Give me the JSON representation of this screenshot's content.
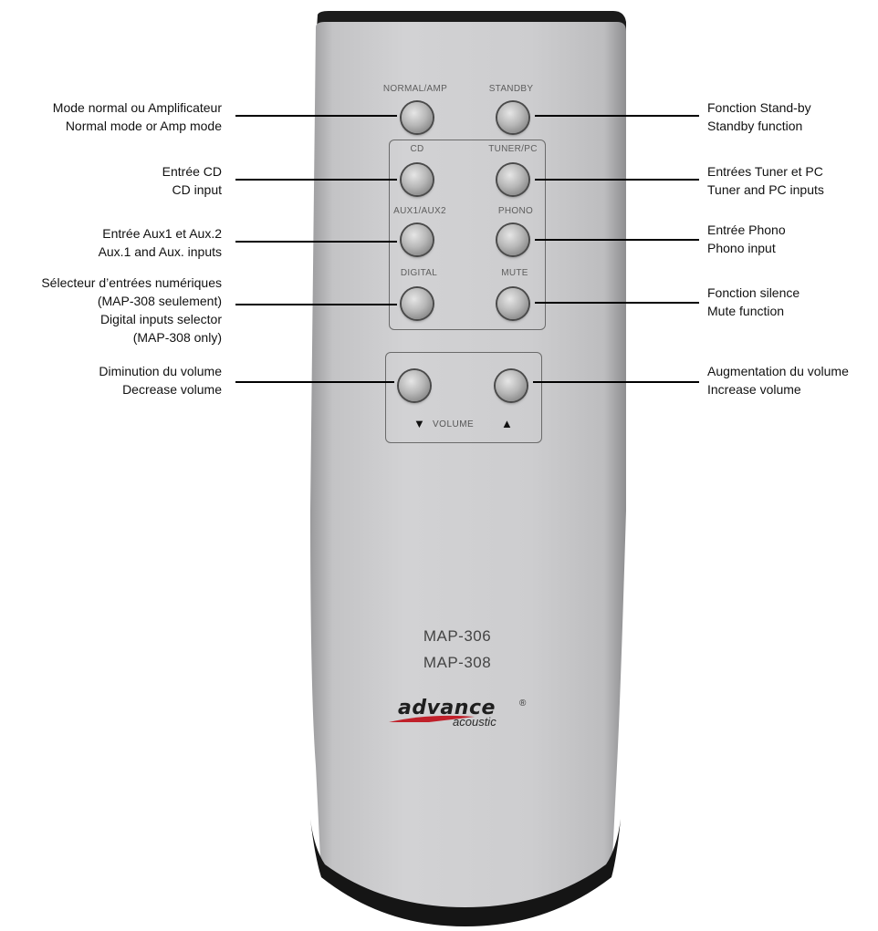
{
  "remote": {
    "buttons": {
      "normal_amp": "NORMAL/AMP",
      "standby": "STANDBY",
      "cd": "CD",
      "tuner_pc": "TUNER/PC",
      "aux": "AUX1/AUX2",
      "phono": "PHONO",
      "digital": "DIGITAL",
      "mute": "MUTE",
      "volume": "VOLUME",
      "vol_down_symbol": "▼",
      "vol_up_symbol": "▲"
    },
    "models": [
      "MAP-306",
      "MAP-308"
    ],
    "brand": {
      "name": "advance",
      "sub": "acoustic",
      "reg": "®"
    }
  },
  "callouts": {
    "left": [
      [
        "Mode normal ou Amplificateur",
        "Normal mode or Amp mode"
      ],
      [
        "Entrée CD",
        "CD input"
      ],
      [
        "Entrée Aux1 et Aux.2",
        "Aux.1 and Aux.  inputs"
      ],
      [
        "Sélecteur d’entrées numériques",
        "(MAP-308 seulement)",
        "Digital inputs selector",
        "(MAP-308 only)"
      ],
      [
        "Diminution du volume",
        "Decrease volume"
      ]
    ],
    "right": [
      [
        "Fonction Stand-by",
        "Standby function"
      ],
      [
        "Entrées Tuner et PC",
        "Tuner and PC inputs"
      ],
      [
        "Entrée Phono",
        "Phono input"
      ],
      [
        "Fonction silence",
        "Mute function"
      ],
      [
        "Augmentation du volume",
        "Increase volume"
      ]
    ]
  },
  "colors": {
    "body": "#c9c9cb",
    "end_caps": "#1a1a1a",
    "button": "#a9a9a9",
    "brand_swoosh": "#c0202a"
  }
}
